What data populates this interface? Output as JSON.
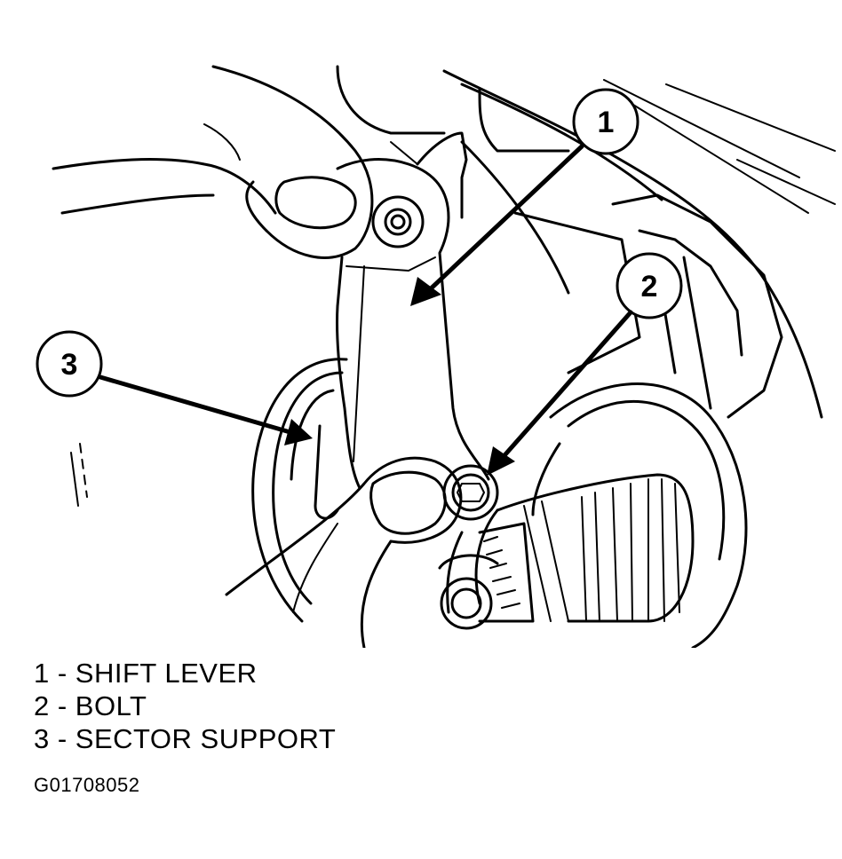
{
  "callouts": [
    {
      "number": "1"
    },
    {
      "number": "2"
    },
    {
      "number": "3"
    }
  ],
  "legend": [
    {
      "text": "1 - SHIFT LEVER"
    },
    {
      "text": "2 - BOLT"
    },
    {
      "text": "3 - SECTOR SUPPORT"
    }
  ],
  "figure_id": "G01708052"
}
